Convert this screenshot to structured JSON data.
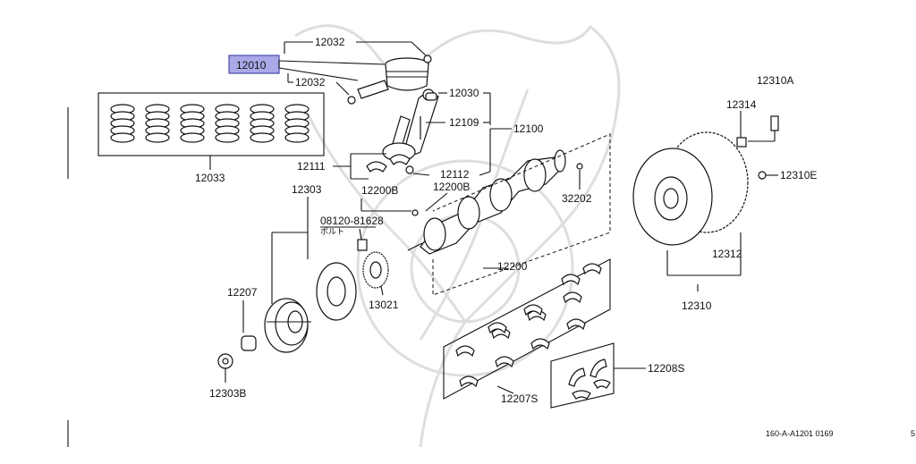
{
  "diagram": {
    "highlight_color": "#a9a9e8",
    "watermark": "samurai-helmet-watermark",
    "footer_code": "160-A-A1201 0169",
    "edge_mark": "5",
    "labels": {
      "p12010": "12010",
      "p12032a": "12032",
      "p12032b": "12032",
      "p12030": "12030",
      "p12109": "12109",
      "p12100": "12100",
      "p12033": "12033",
      "p12111": "12111",
      "p12112": "12112",
      "p12200b1": "12200B",
      "p12200b2": "12200B",
      "p12303": "12303",
      "p08120": "08120-81628",
      "p08120sub": "ボルト",
      "p32202": "32202",
      "p12200": "12200",
      "p13021": "13021",
      "p12207": "12207",
      "p12303b": "12303B",
      "p12207s": "12207S",
      "p12208s": "12208S",
      "p12310a": "12310A",
      "p12314": "12314",
      "p12310e": "12310E",
      "p12312": "12312",
      "p12310": "12310"
    }
  }
}
